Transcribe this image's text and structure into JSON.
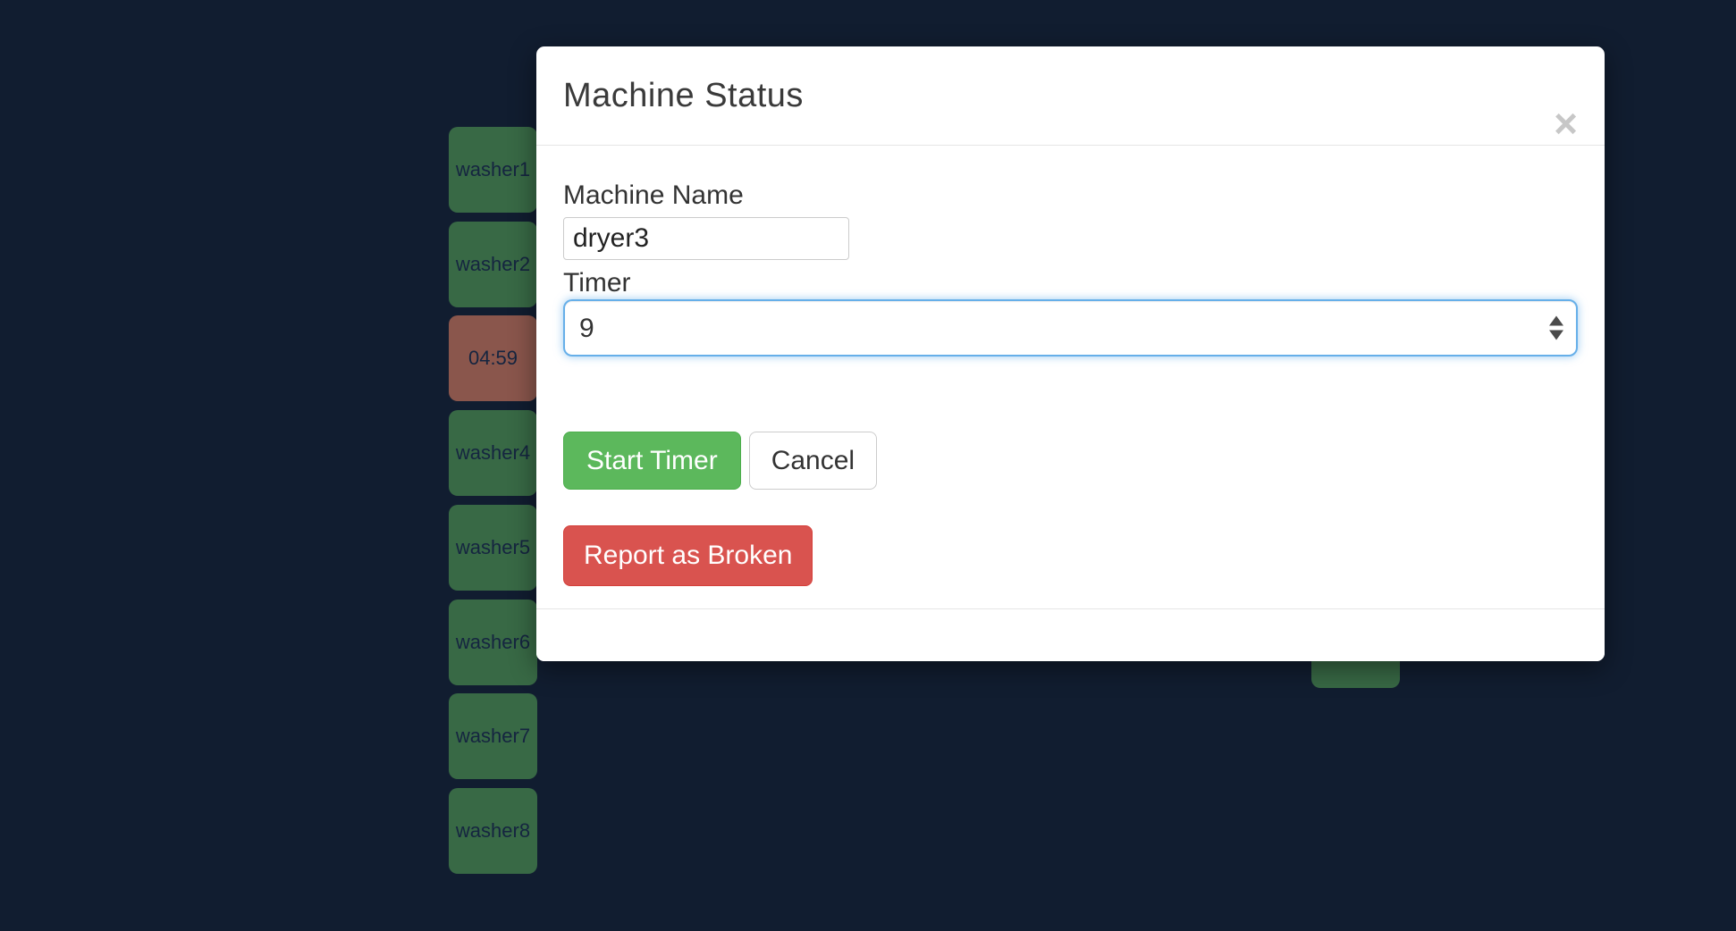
{
  "modal": {
    "title": "Machine Status",
    "close_icon": "×",
    "form": {
      "machine_name_label": "Machine Name",
      "machine_name_value": "dryer3",
      "timer_label": "Timer",
      "timer_value": "9"
    },
    "buttons": {
      "start_timer": "Start Timer",
      "cancel": "Cancel",
      "report_broken": "Report as Broken"
    }
  },
  "machines": [
    {
      "label": "washer1",
      "status": "free"
    },
    {
      "label": "washer2",
      "status": "free"
    },
    {
      "label": "04:59",
      "status": "in_use"
    },
    {
      "label": "washer4",
      "status": "free"
    },
    {
      "label": "washer5",
      "status": "free"
    },
    {
      "label": "washer6",
      "status": "free"
    },
    {
      "label": "washer7",
      "status": "free"
    },
    {
      "label": "washer8",
      "status": "free"
    }
  ],
  "partial_machine": {
    "label": "",
    "status": "free"
  },
  "colors": {
    "page_bg": "#111d30",
    "machine_free": "#386945",
    "machine_in_use": "#8a564c",
    "machine_text": "#152540",
    "accent_green": "#5cb85c",
    "accent_red": "#d9534f",
    "focus_blue": "#66afe9"
  }
}
